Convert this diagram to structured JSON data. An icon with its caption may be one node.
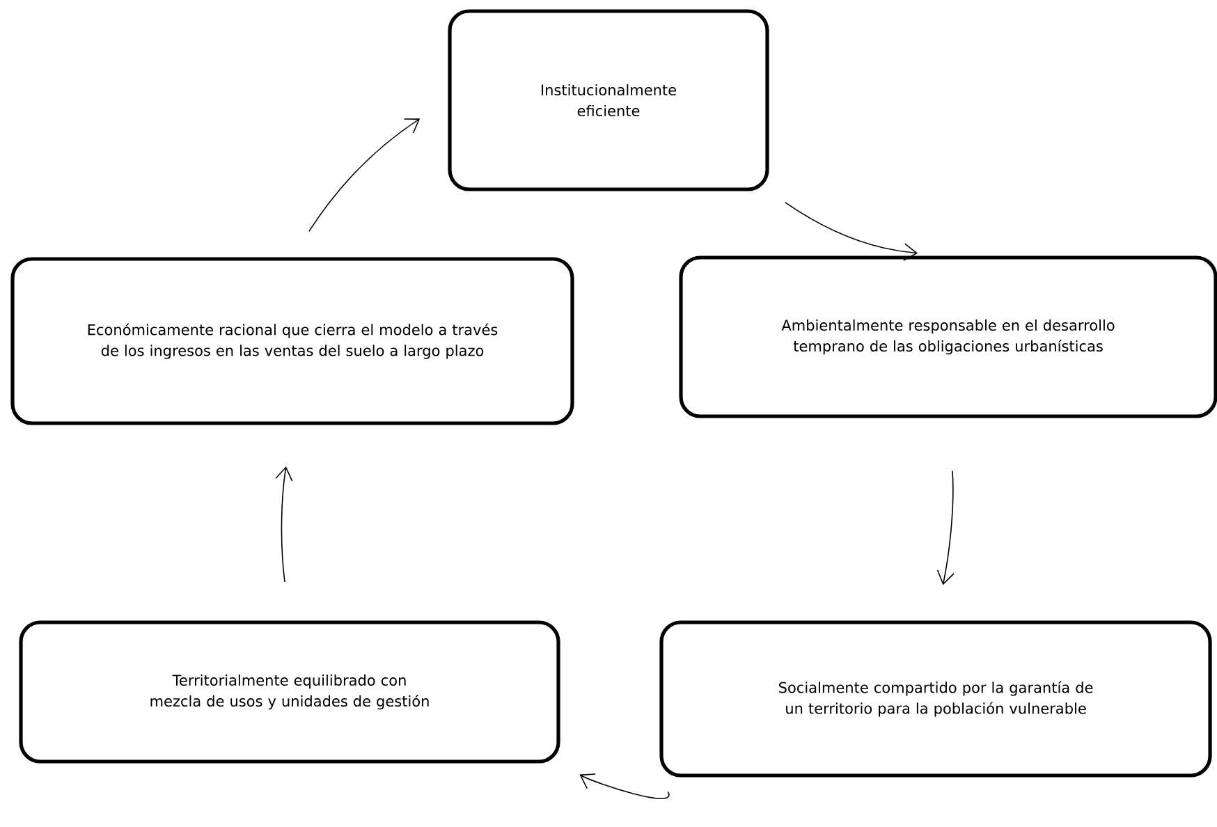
{
  "diagram": {
    "nodes": [
      {
        "text": [
          "Institucionalmente eficiente"
        ]
      },
      {
        "text": [
          "Ambientalmente responsable en el desarrollo temprano de las obligaciones urbanísticas"
        ]
      },
      {
        "text": [
          "Socialmente compartido por la garantía de un territorio para la población vulnerable"
        ]
      },
      {
        "text": [
          "Territorialmente equilibrado con mezcla de usos y unidades de gestión"
        ]
      },
      {
        "text": [
          "Económicamente racional que cierra el modelo a través de los ingresos en las ventas del suelo a largo plazo"
        ]
      }
    ],
    "edges": [
      {
        "from": 0,
        "to": 1,
        "arrow": "to"
      },
      {
        "from": 1,
        "to": 2,
        "arrow": "to"
      },
      {
        "from": 2,
        "to": 3,
        "arrow": "to"
      },
      {
        "from": 3,
        "to": 4,
        "arrow": "to"
      },
      {
        "from": 4,
        "to": 0,
        "arrow": "to"
      }
    ]
  }
}
